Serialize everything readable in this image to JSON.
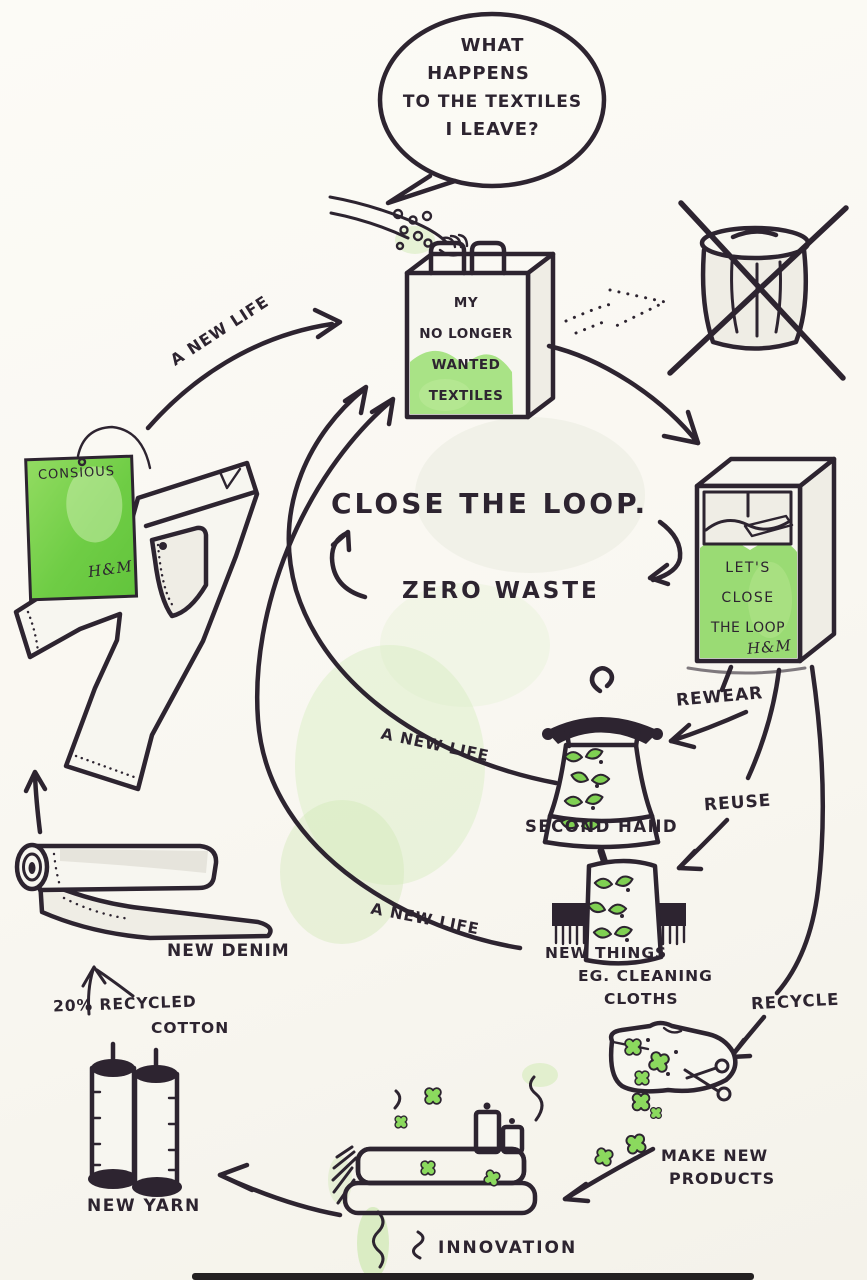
{
  "title": "Close the Loop - hand drawn textile recycling sketch",
  "colors": {
    "ink": "#2d2430",
    "green_watercolor": "#7fd052",
    "green_light": "#c4e9a4",
    "paper": "#fbf9f4"
  },
  "speech_bubble": {
    "line1": "WHAT",
    "line2": "HAPPENS",
    "line3": "TO THE TEXTILES",
    "line4": "I LEAVE?"
  },
  "bag": {
    "line1": "MY",
    "line2": "NO LONGER",
    "line3": "WANTED",
    "line4": "TEXTILES"
  },
  "center": {
    "headline": "CLOSE THE LOOP.",
    "subheadline": "ZERO WASTE"
  },
  "flow_labels": {
    "new_life_top": "A NEW LIFE",
    "new_life_mid": "A NEW LIFE",
    "new_life_bottom": "A NEW LIFE",
    "rewear": "REWEAR",
    "reuse": "REUSE",
    "recycle": "RECYCLE",
    "make_new_line1": "MAKE NEW",
    "make_new_line2": "PRODUCTS",
    "innovation": "INNOVATION"
  },
  "bin": {
    "line1": "LET'S",
    "line2": "CLOSE",
    "line3": "THE LOOP",
    "brand": "H&M"
  },
  "tag": {
    "label": "CONSIOUS",
    "brand": "H&M"
  },
  "items": {
    "second_hand": "SECOND HAND",
    "new_things_line1": "NEW THINGS",
    "new_things_line2": "EG. CLEANING",
    "new_things_line3": "CLOTHS",
    "new_yarn": "NEW YARN",
    "recycled_line1": "20% RECYCLED",
    "recycled_line2": "COTTON",
    "new_denim": "NEW DENIM"
  }
}
